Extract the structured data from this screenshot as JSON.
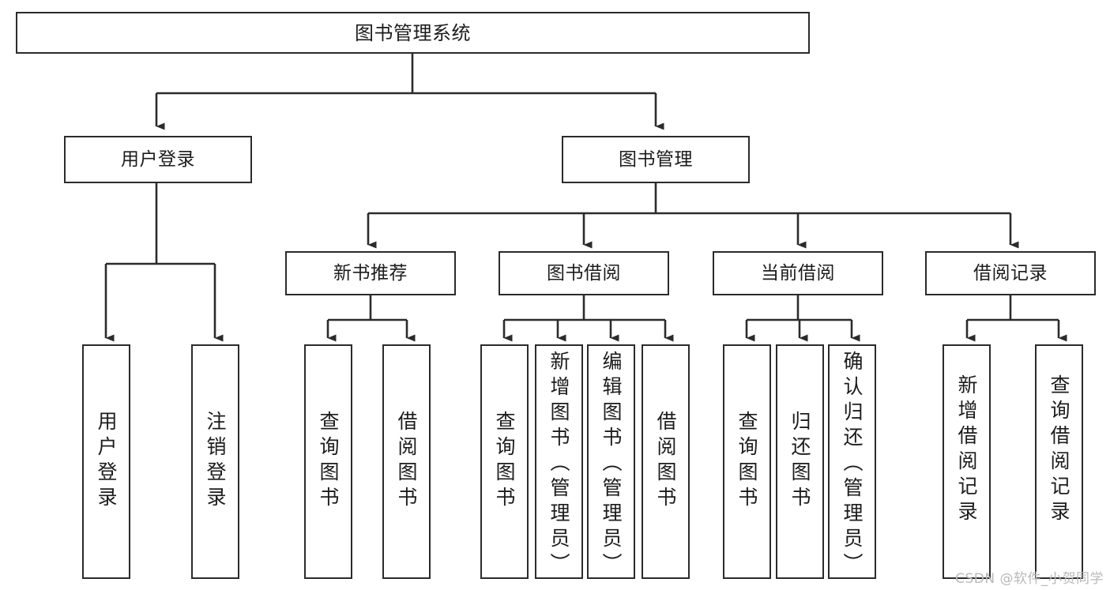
{
  "diagram": {
    "type": "tree-hierarchy",
    "title": "图书管理系统",
    "watermark": "CSDN @软件_小贺同学",
    "stroke_color": "#2b2b2b",
    "fill_color": "#ffffff",
    "text_color": "#1c1c1c",
    "watermark_color": "#b9b9b9",
    "nodes": {
      "root": {
        "label": "图书管理系统"
      },
      "level2": [
        {
          "id": "user-login",
          "label": "用户登录"
        },
        {
          "id": "book-manage",
          "label": "图书管理"
        }
      ],
      "level3": [
        {
          "id": "new-book-rec",
          "label": "新书推荐"
        },
        {
          "id": "book-borrow",
          "label": "图书借阅"
        },
        {
          "id": "current-borrow",
          "label": "当前借阅"
        },
        {
          "id": "borrow-record",
          "label": "借阅记录"
        }
      ],
      "leaves": {
        "user_login": [
          {
            "id": "leaf-user-login",
            "label": "用户登录"
          },
          {
            "id": "leaf-logout",
            "label": "注销登录"
          }
        ],
        "new_book_rec": [
          {
            "id": "leaf-query-book-1",
            "label": "查询图书"
          },
          {
            "id": "leaf-borrow-book-1",
            "label": "借阅图书"
          }
        ],
        "book_borrow": [
          {
            "id": "leaf-query-book-2",
            "label": "查询图书"
          },
          {
            "id": "leaf-add-book",
            "label": "新增图书（管理员）"
          },
          {
            "id": "leaf-edit-book",
            "label": "编辑图书（管理员）"
          },
          {
            "id": "leaf-borrow-book-2",
            "label": "借阅图书"
          }
        ],
        "current_borrow": [
          {
            "id": "leaf-query-book-3",
            "label": "查询图书"
          },
          {
            "id": "leaf-return-book",
            "label": "归还图书"
          },
          {
            "id": "leaf-confirm-return",
            "label": "确认归还（管理员）"
          }
        ],
        "borrow_record": [
          {
            "id": "leaf-add-record",
            "label": "新增借阅记录"
          },
          {
            "id": "leaf-query-record",
            "label": "查询借阅记录"
          }
        ]
      }
    }
  }
}
